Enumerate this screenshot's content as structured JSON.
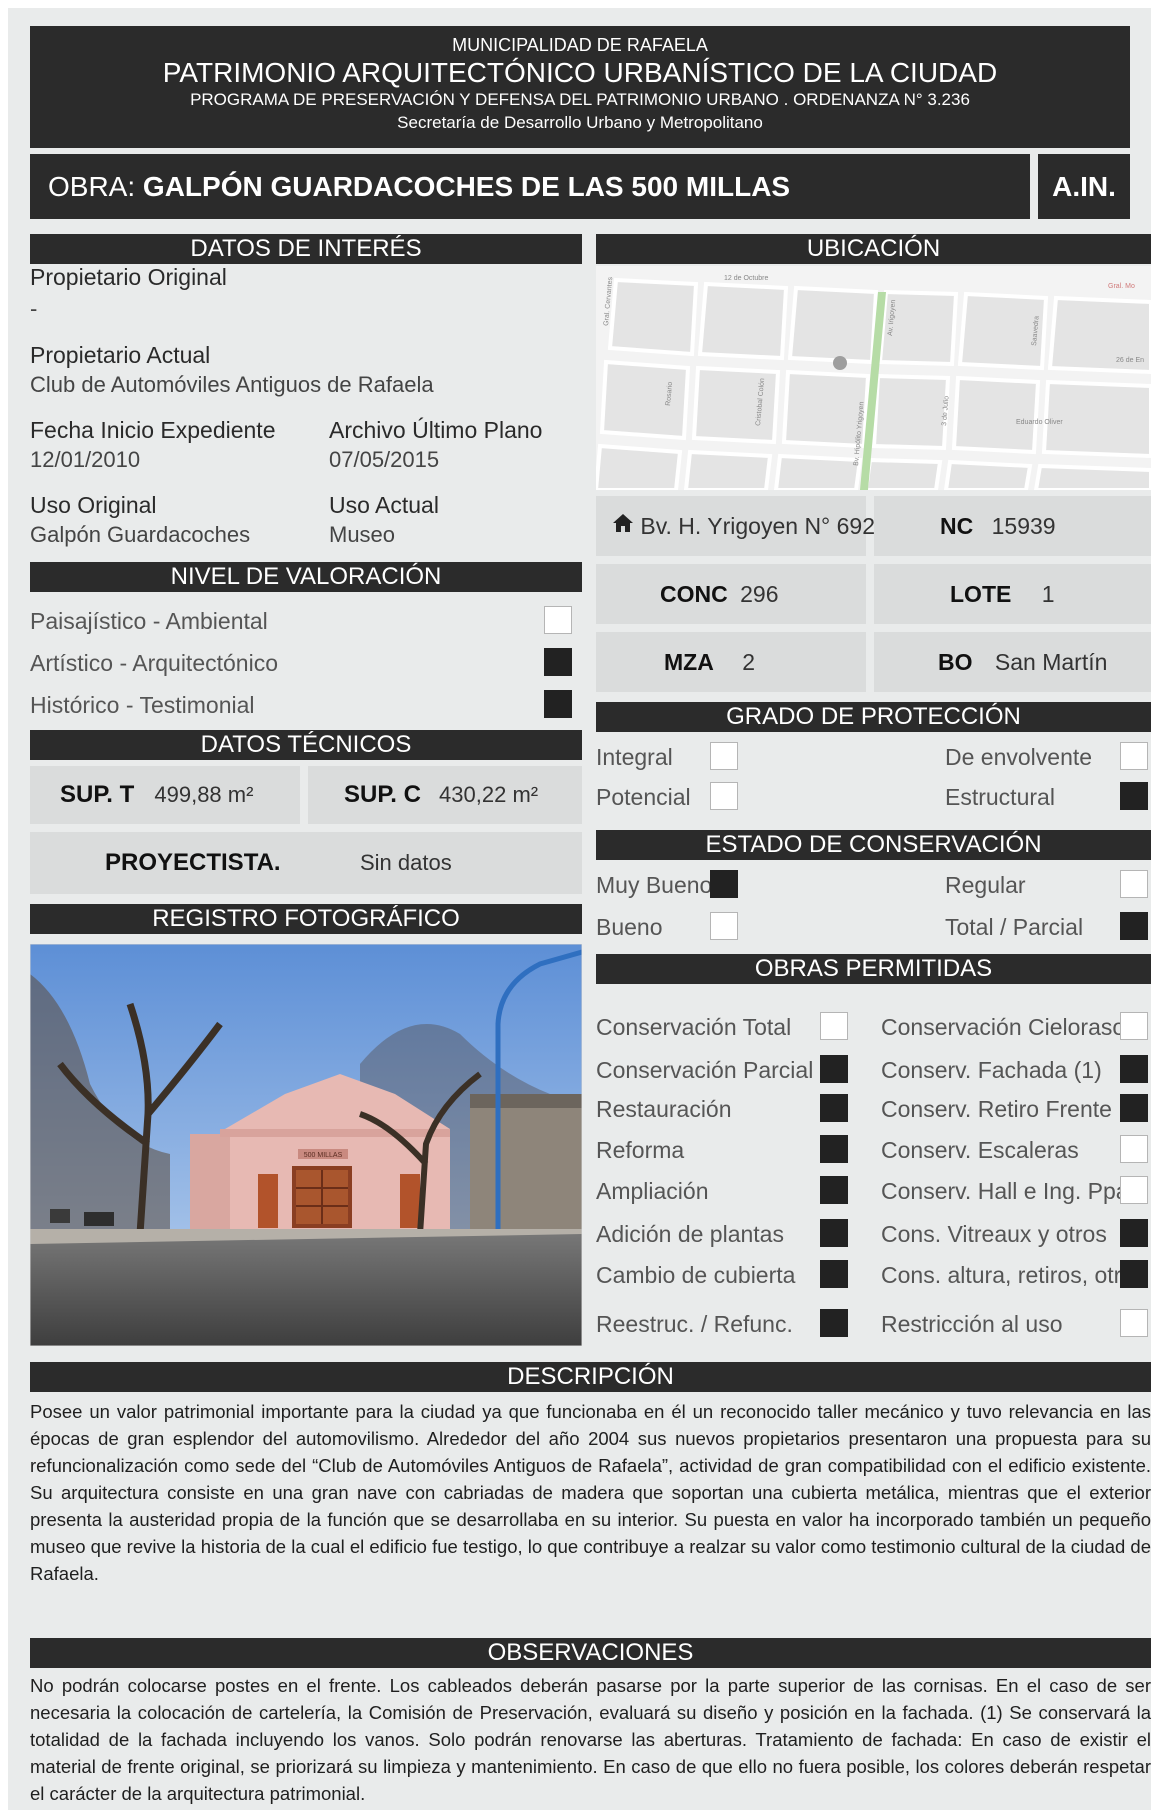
{
  "header": {
    "line1": "MUNICIPALIDAD DE RAFAELA",
    "line2": "PATRIMONIO ARQUITECTÓNICO URBANÍSTICO DE LA CIUDAD",
    "line3": "PROGRAMA DE PRESERVACIÓN Y DEFENSA DEL PATRIMONIO URBANO . ORDENANZA N° 3.236",
    "line4": "Secretaría de Desarrollo Urbano y Metropolitano"
  },
  "obra": {
    "prefix": "OBRA:",
    "name": "GALPÓN GUARDACOCHES DE LAS 500 MILLAS",
    "code": "A.IN."
  },
  "datos": {
    "title": "DATOS DE INTERÉS",
    "prop_original_label": "Propietario Original",
    "prop_original_value": "-",
    "prop_actual_label": "Propietario Actual",
    "prop_actual_value": "Club de Automóviles Antiguos de Rafaela",
    "fecha_label": "Fecha Inicio Expediente",
    "fecha_value": "12/01/2010",
    "archivo_label": "Archivo Último Plano",
    "archivo_value": "07/05/2015",
    "uso_original_label": "Uso Original",
    "uso_original_value": "Galpón Guardacoches",
    "uso_actual_label": "Uso Actual",
    "uso_actual_value": "Museo"
  },
  "ubicacion": {
    "title": "UBICACIÓN",
    "map_labels": [
      "12 de Octubre",
      "Gral. Mo",
      "26 de En",
      "Eduardo Oliver",
      "Bv. Hipólito Yrigoyen",
      "Cristobal Colón",
      "Rosario",
      "Gral. Cervantes",
      "Saavedra",
      "3 de Julio",
      "Av. Irigoyen"
    ],
    "address": "Bv. H. Yrigoyen N° 692",
    "nc_label": "NC",
    "nc_value": "15939",
    "conc_label": "CONC",
    "conc_value": "296",
    "lote_label": "LOTE",
    "lote_value": "1",
    "mza_label": "MZA",
    "mza_value": "2",
    "bo_label": "BO",
    "bo_value": "San Martín"
  },
  "nivel": {
    "title": "NIVEL DE VALORACIÓN",
    "items": [
      {
        "label": "Paisajístico - Ambiental",
        "checked": false
      },
      {
        "label": "Artístico - Arquitectónico",
        "checked": true
      },
      {
        "label": "Histórico - Testimonial",
        "checked": true
      }
    ]
  },
  "tecnicos": {
    "title": "DATOS TÉCNICOS",
    "supt_label": "SUP. T",
    "supt_value": "499,88 m²",
    "supc_label": "SUP. C",
    "supc_value": "430,22 m²",
    "proyectista_label": "PROYECTISTA.",
    "proyectista_value": "Sin datos"
  },
  "registro": {
    "title": "REGISTRO FOTOGRÁFICO"
  },
  "proteccion": {
    "title": "GRADO DE PROTECCIÓN",
    "items": [
      {
        "label": "Integral",
        "checked": false
      },
      {
        "label": "De envolvente",
        "checked": false
      },
      {
        "label": "Potencial",
        "checked": false
      },
      {
        "label": "Estructural",
        "checked": true
      }
    ]
  },
  "conservacion": {
    "title": "ESTADO DE CONSERVACIÓN",
    "items": [
      {
        "label": "Muy Bueno",
        "checked": true
      },
      {
        "label": "Regular",
        "checked": false
      },
      {
        "label": "Bueno",
        "checked": false
      },
      {
        "label": "Total / Parcial",
        "checked": true
      }
    ]
  },
  "obras": {
    "title": "OBRAS PERMITIDAS",
    "left": [
      {
        "label": "Conservación Total",
        "checked": false
      },
      {
        "label": "Conservación Parcial",
        "checked": true
      },
      {
        "label": "Restauración",
        "checked": true
      },
      {
        "label": "Reforma",
        "checked": true
      },
      {
        "label": "Ampliación",
        "checked": true
      },
      {
        "label": "Adición de plantas",
        "checked": true
      },
      {
        "label": "Cambio de cubierta",
        "checked": true
      },
      {
        "label": "Reestruc. / Refunc.",
        "checked": true
      }
    ],
    "right": [
      {
        "label": "Conservación Cielorasos",
        "checked": false
      },
      {
        "label": "Conserv. Fachada (1)",
        "checked": true
      },
      {
        "label": "Conserv. Retiro Frente",
        "checked": true
      },
      {
        "label": "Conserv. Escaleras",
        "checked": false
      },
      {
        "label": "Conserv. Hall e Ing. Ppal.",
        "checked": false
      },
      {
        "label": "Cons. Vitreaux y otros",
        "checked": true
      },
      {
        "label": "Cons. altura, retiros, otros",
        "checked": true
      },
      {
        "label": "Restricción al uso",
        "checked": false
      }
    ]
  },
  "descripcion": {
    "title": "DESCRIPCIÓN",
    "text": "Posee un valor patrimonial importante para la ciudad ya que funcionaba en él un reconocido taller mecánico y tuvo relevancia en las épocas de gran esplendor del automovilismo. Alrededor del año 2004 sus nuevos propietarios presentaron una propuesta para su refuncionalización como sede del “Club de Automóviles Antiguos de Rafaela”, actividad de gran compatibilidad con el edificio existente. Su arquitectura consiste en una gran nave con cabriadas de madera que soportan una cubierta metálica, mientras que el exterior presenta la austeridad propia de la función que se desarrollaba en su interior. Su puesta en valor ha incorporado también un pequeño museo que revive la historia de la cual el edificio fue testigo, lo que contribuye a realzar su valor como testimonio cultural de la ciudad de Rafaela."
  },
  "observaciones": {
    "title": "OBSERVACIONES",
    "text": "No podrán colocarse postes en el frente. Los cableados deberán pasarse por la parte superior de las cornisas. En el caso de ser necesaria la colocación de cartelería, la Comisión de Preservación, evaluará su diseño y posición en la fachada. (1) Se conservará la totalidad de la fachada incluyendo los vanos. Solo podrán renovarse las aberturas. Tratamiento de fachada: En caso de existir el material de frente original, se priorizará su limpieza y mantenimiento. En caso de que ello no fuera posible, los colores deberán respetar el carácter de la arquitectura patrimonial."
  },
  "photo": {
    "sign_text": "500 MILLAS"
  }
}
